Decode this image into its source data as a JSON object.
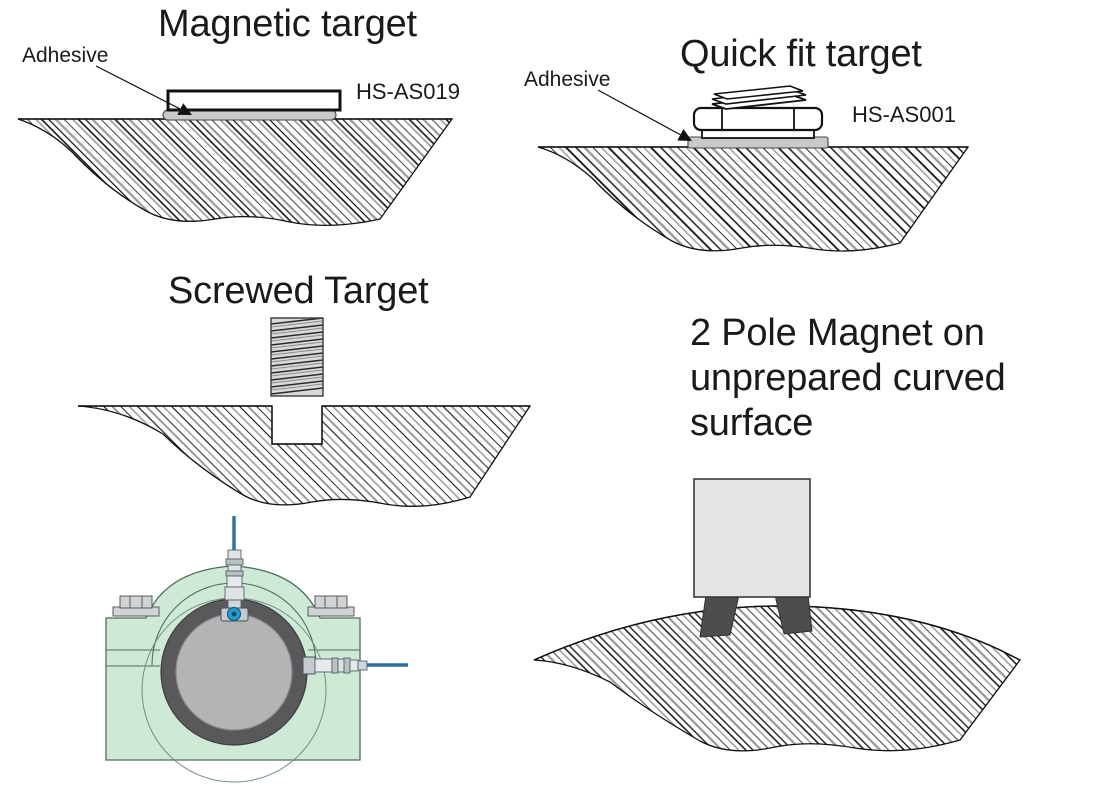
{
  "figure": {
    "kind": "technical-illustration",
    "description": "Four sensor / reflective target mounting methods on machined metal surfaces"
  },
  "panels": {
    "magnetic": {
      "title": "Magnetic target",
      "part_number": "HS-AS019",
      "callout": "Adhesive"
    },
    "quickfit": {
      "title": "Quick fit target",
      "part_number": "HS-AS001",
      "callout": "Adhesive"
    },
    "screwed": {
      "title": "Screwed Target"
    },
    "twopole": {
      "title": "2 Pole Magnet on unprepared curved surface"
    }
  },
  "colors": {
    "outline": "#1a1a1a",
    "hatch_dark": "#111111",
    "hatch_grey": "#9a9a9a",
    "adhesive_pad": "#c9c9c9",
    "target_body": "#ffffff",
    "magnet_body": "#e2e4e6",
    "magnet_pole": "#4d4d4d",
    "housing_green": "#cfe9d7",
    "housing_green_dark": "#b9dcc4",
    "bearing_ring": "#59595b",
    "bearing_bore": "#b4b4b6",
    "bolt_grey": "#d0d4d6",
    "cable_blue": "#2e6f9e",
    "connector_teal": "#1f9fd0"
  },
  "bearing_housing": {
    "label": "pillow-block bearing housing with two mounted sensors",
    "sensors": [
      "top-vertical-sensor",
      "right-horizontal-sensor"
    ],
    "bolts": [
      "left-cap-bolt",
      "right-cap-bolt"
    ]
  }
}
